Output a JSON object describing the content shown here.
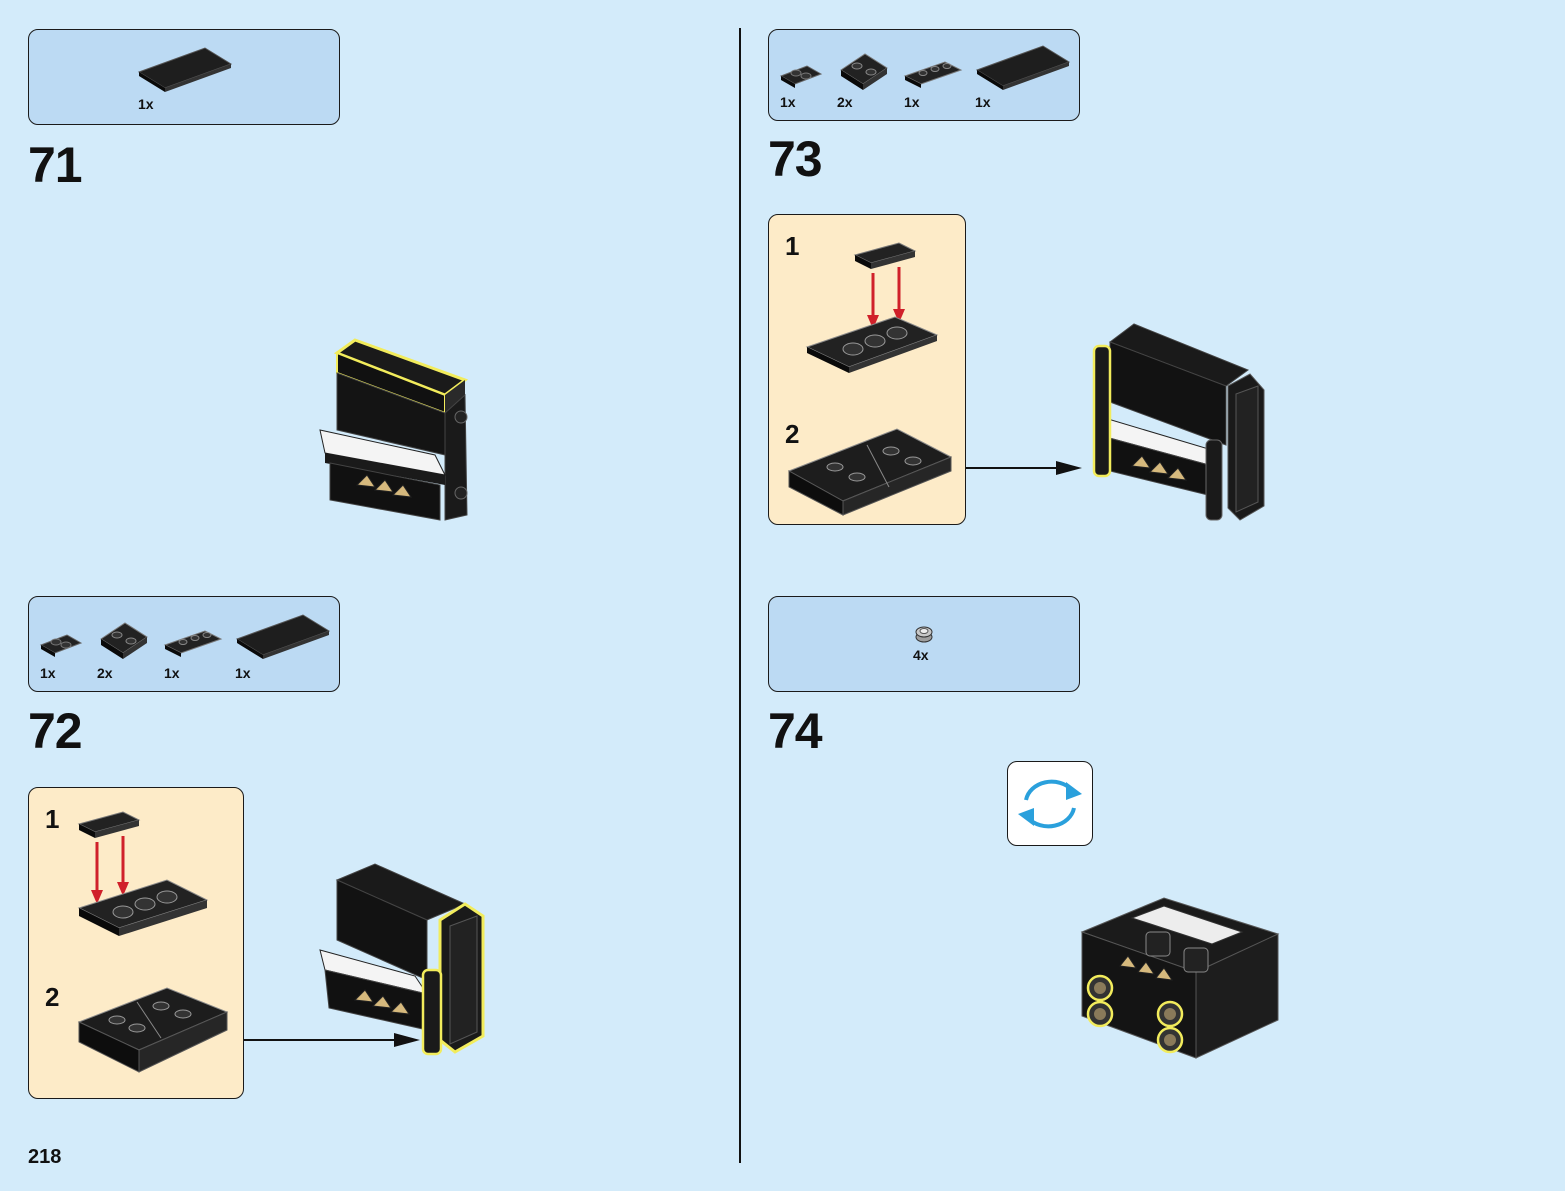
{
  "page_number": "218",
  "steps": [
    {
      "number": "71",
      "parts": [
        {
          "qty": "1x",
          "part": "tile-2x4-black"
        }
      ]
    },
    {
      "number": "72",
      "parts": [
        {
          "qty": "1x",
          "part": "plate-1x2-black"
        },
        {
          "qty": "2x",
          "part": "plate-2x2-modified-black"
        },
        {
          "qty": "1x",
          "part": "plate-1x3-clip-black"
        },
        {
          "qty": "1x",
          "part": "tile-2x4-black"
        }
      ],
      "substeps": [
        {
          "number": "1"
        },
        {
          "number": "2"
        }
      ]
    },
    {
      "number": "73",
      "parts": [
        {
          "qty": "1x",
          "part": "plate-1x2-black"
        },
        {
          "qty": "2x",
          "part": "plate-2x2-modified-black"
        },
        {
          "qty": "1x",
          "part": "plate-1x3-clip-black"
        },
        {
          "qty": "1x",
          "part": "tile-2x4-black"
        }
      ],
      "substeps": [
        {
          "number": "1"
        },
        {
          "number": "2"
        }
      ]
    },
    {
      "number": "74",
      "parts": [
        {
          "qty": "4x",
          "part": "round-brick-1x1-tan"
        }
      ],
      "icon": "rotate-model-icon"
    }
  ],
  "colors": {
    "page_background": "#d3ebfa",
    "parts_box": "#bcdaf3",
    "substep_box": "#fdebc8",
    "arrow_red": "#d0202a",
    "rotate_blue": "#2aa0dc",
    "highlight_yellow": "#f2ec5c"
  }
}
